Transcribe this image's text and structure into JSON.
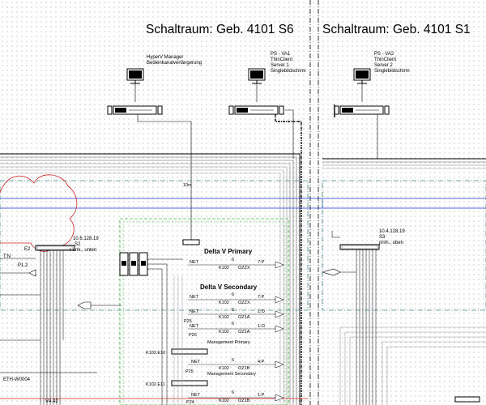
{
  "rooms": [
    {
      "title": "Schaltraum: Geb. 4101 S6"
    },
    {
      "title": "Schaltraum: Geb. 4101 S1"
    }
  ],
  "monitors": [
    {
      "lines": [
        "HyperV Manager",
        "Bedienkanalverlängerung"
      ]
    },
    {
      "lines": [
        "PS - VA1",
        "ThinClient",
        "Server 1",
        "Singlebildschirm"
      ]
    },
    {
      "lines": [
        "PS - VA2",
        "ThinClient",
        "Server 2",
        "Singlebildschirm"
      ]
    }
  ],
  "cable_length": "10m",
  "switches": [
    {
      "lines": [
        "10.6.128.19",
        "S2",
        "r unk., unten"
      ]
    },
    {
      "lines": [
        "10.4.128.19",
        "S3",
        "prim., oben"
      ]
    }
  ],
  "left_labels": {
    "e2": "E2",
    "tn": "T:N",
    "p12": "P1.2",
    "eth": "ETH-W0004",
    "v": "V4.42"
  },
  "sections": {
    "primary": "Delta V Primary",
    "secondary": "Delta V Secondary",
    "mgmt_primary": "Management Primary",
    "mgmt_secondary": "Management Secondary"
  },
  "ports": [
    {
      "net": "NET",
      "num": "6",
      "code": "K102",
      "sub": "OZZX",
      "end": "7:P"
    },
    {
      "net": "NET",
      "num": "6",
      "code": "K102",
      "sub": "OZZX",
      "end": "7:P"
    },
    {
      "net": "NET",
      "num": "6",
      "code": "K102",
      "sub": "OZ1A",
      "end": "1:O"
    },
    {
      "net": "NET",
      "num": "6",
      "code": "K102",
      "sub": "OZ1A",
      "end": "1:O"
    },
    {
      "net": "NET",
      "num": "6",
      "code": "K102",
      "sub": "OZ1B",
      "end": "4:P"
    },
    {
      "net": "NET",
      "num": "6",
      "code": "K102",
      "sub": "OZ1B",
      "end": "1:P"
    }
  ],
  "patch": {
    "p25a": "P25",
    "p26": "P26",
    "p25b": "P25",
    "p24": "P24",
    "k10": "K102.E10",
    "k11": "K102.E11"
  }
}
